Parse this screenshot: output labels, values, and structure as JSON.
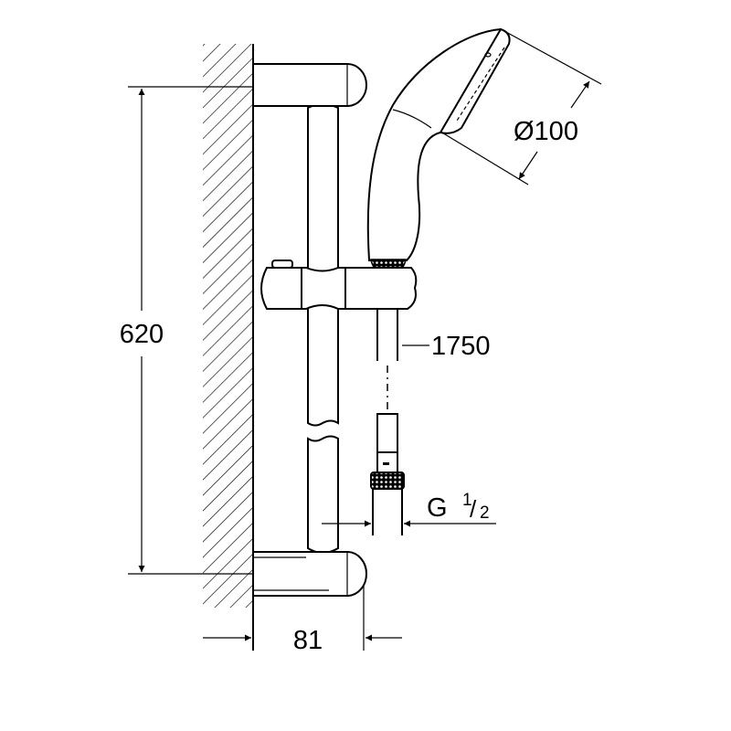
{
  "drawing": {
    "height_dimension": "620",
    "depth_dimension": "81",
    "head_diameter": "Ø100",
    "hose_length": "1750",
    "thread": {
      "letter": "G",
      "numerator": "1",
      "slash": "/",
      "denominator": "2"
    }
  },
  "colors": {
    "line": "#000000",
    "background": "#ffffff"
  }
}
